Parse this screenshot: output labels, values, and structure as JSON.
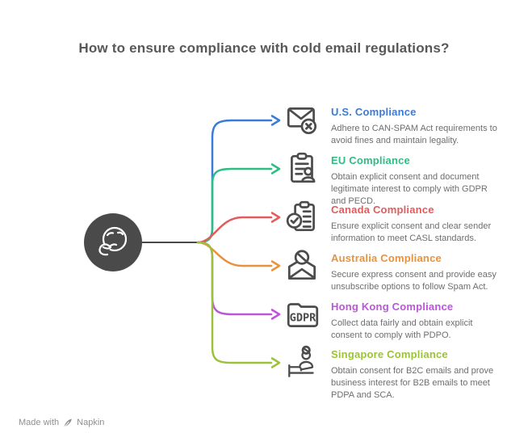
{
  "title": "How to ensure compliance with cold email regulations?",
  "center": {
    "icon": "thinking-face-icon",
    "node_color": "#4a4a4a"
  },
  "items": [
    {
      "label": "U.S. Compliance",
      "color": "#3b7bd8",
      "icon": "email-blocked-icon",
      "description": "Adhere to CAN-SPAM Act requirements to\navoid fines and maintain legality."
    },
    {
      "label": "EU Compliance",
      "color": "#2ebd85",
      "icon": "consent-document-person-icon",
      "description": "Obtain explicit consent and document\nlegitimate interest to comply with GDPR\nand PECD."
    },
    {
      "label": "Canada Compliance",
      "color": "#e25c5c",
      "icon": "checklist-clipboard-icon",
      "description": "Ensure explicit consent and clear sender\ninformation to meet CASL standards."
    },
    {
      "label": "Australia Compliance",
      "color": "#e8923d",
      "icon": "envelope-prohibited-icon",
      "description": "Secure express consent and provide easy\nunsubscribe options to follow Spam Act."
    },
    {
      "label": "Hong Kong Compliance",
      "color": "#bd54dd",
      "icon": "gdpr-folder-icon",
      "description": "Collect data fairly and obtain explicit\nconsent to comply with PDPO."
    },
    {
      "label": "Singapore Compliance",
      "color": "#9cc23b",
      "icon": "person-blocked-icon",
      "description": "Obtain consent for B2C emails and prove\nbusiness interest for B2B emails to meet\nPDPA and SCA."
    }
  ],
  "footer": {
    "made_with": "Made with",
    "brand": "Napkin",
    "icon": "napkin-pen-icon"
  }
}
